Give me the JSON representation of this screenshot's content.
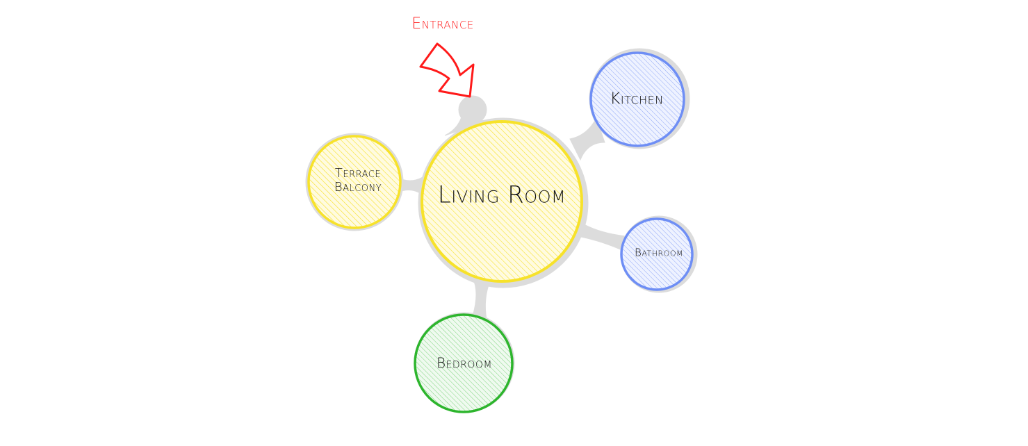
{
  "entrance": {
    "label": "Entrance",
    "color": "#ff1a1a"
  },
  "rooms": {
    "living_room": {
      "label": "Living Room",
      "color": "#f7e22a"
    },
    "kitchen": {
      "label": "Kitchen",
      "color": "#6e8ef5"
    },
    "terrace": {
      "lines": [
        "Terrace",
        "Balcony"
      ],
      "color": "#f7e22a"
    },
    "bathroom": {
      "label": "Bathroom",
      "color": "#6e8ef5"
    },
    "bedroom": {
      "label": "Bedroom",
      "color": "#2db52d"
    }
  },
  "connector_color": "#dcdcdc"
}
